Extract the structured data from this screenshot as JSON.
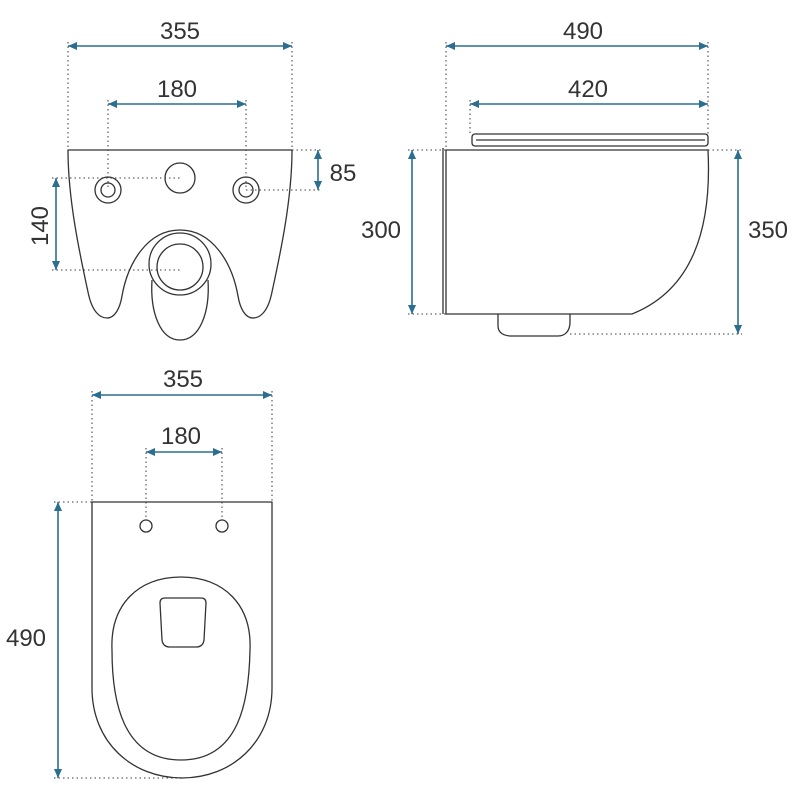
{
  "views": {
    "rear": {
      "width": "355",
      "bolt_spacing": "180",
      "inlet_height": "85",
      "outlet_height": "140"
    },
    "side": {
      "length": "490",
      "seat_length": "420",
      "front_height": "300",
      "total_height": "350"
    },
    "top": {
      "width": "355",
      "bolt_spacing": "180",
      "length": "490"
    }
  },
  "colors": {
    "dimension": "#2c6e8f",
    "outline": "#333333",
    "extension": "#666666",
    "text": "#333333"
  }
}
